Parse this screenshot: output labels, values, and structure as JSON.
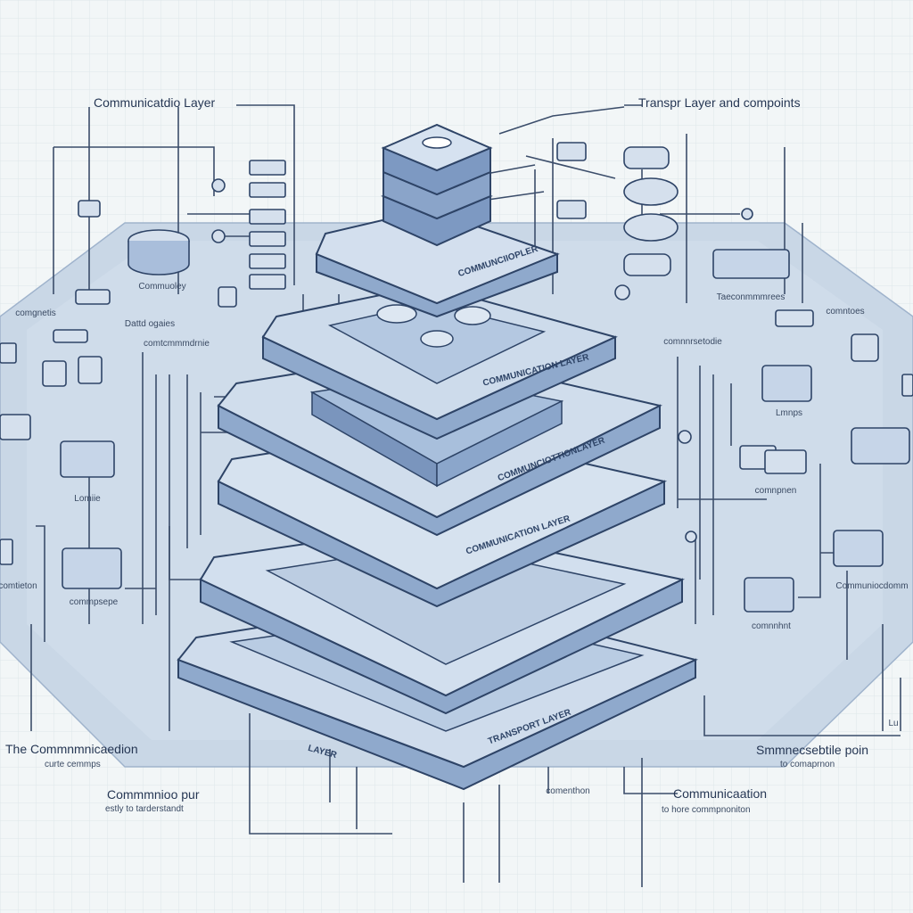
{
  "colors": {
    "background": "#f2f6f7",
    "grid": "#dde7ea",
    "plane": "#c2d2e4",
    "slab_top": "#cfdcec",
    "slab_side": "#8fa9cc",
    "outline": "#2e4467",
    "line": "#3b4d6a"
  },
  "labels": {
    "top_left": "Communicatdio Layer",
    "top_right": "Transpr Layer and compoints",
    "left_1": "Commuoley",
    "left_2": "comgnetis",
    "left_3": "Dattd ogaies",
    "left_4": "comtcmmmdrnie",
    "left_5": "Lomiie",
    "left_6": "comtieton",
    "left_7": "commpsepe",
    "right_1": "Taeconmmmrees",
    "right_2": "comntoes",
    "right_3": "comnnrsetodie",
    "right_4": "Lmnps",
    "right_5": "comnpnen",
    "right_6": "Communiocdomm",
    "right_7": "comnnhnt",
    "right_8": "Lu",
    "bottom_left_1a": "The Commnmnicaedion",
    "bottom_left_1b": "curte cemmps",
    "bottom_left_2a": "Commmnioo pur",
    "bottom_left_2b": "estly to tarderstandt",
    "bottom_center": "comenthon",
    "bottom_right_1a": "Communicaation",
    "bottom_right_1b": "to hore commpnoniton",
    "bottom_right_2a": "Smmnecsebtile poin",
    "bottom_right_2b": "to comaprnon",
    "slab_1": "COMMUNCIIOPLER",
    "slab_2": "COMMUNICATION LAYER",
    "slab_3": "COMMUNCIOTTIONLAYER",
    "slab_4": "COMMUNICATION LAYER",
    "slab_5": "LAYER",
    "slab_6": "TRANSPORT LAYER"
  }
}
